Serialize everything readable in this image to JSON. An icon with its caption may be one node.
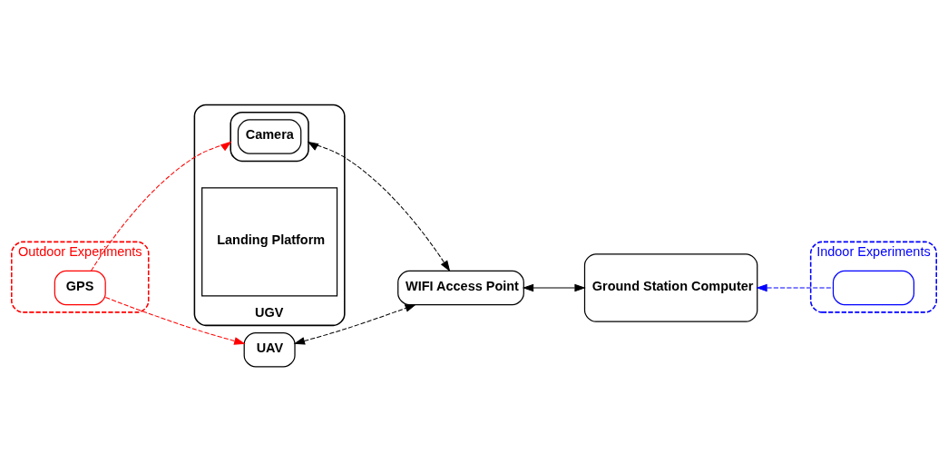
{
  "diagram": {
    "nodes": [
      {
        "text": [
          "Outdoor Experiments"
        ]
      },
      {
        "text": [
          "GPS"
        ],
        "in": 0
      },
      {
        "text": [
          "Indoor Experiments"
        ]
      },
      {
        "text": [],
        "shape": "box",
        "in": 2
      },
      {
        "text": [
          "UGV"
        ]
      },
      {
        "text": [],
        "shape": "box",
        "in": 4
      },
      {
        "text": [
          "Camera"
        ],
        "in": 5
      },
      {
        "text": [
          "Landing Platform"
        ],
        "in": 4
      },
      {
        "text": [
          "WIFI Access Point"
        ]
      },
      {
        "text": [
          "Ground Station Computer"
        ]
      },
      {
        "text": [
          "UAV"
        ]
      }
    ],
    "edges": [
      {
        "from": 1,
        "to": 5,
        "arrow": "to",
        "style": "dashed",
        "color": "#ff0000"
      },
      {
        "from": 1,
        "to": 10,
        "arrow": "to",
        "style": "dashed",
        "color": "#ff0000"
      },
      {
        "from": 8,
        "to": 5,
        "arrow": "both",
        "style": "dashed"
      },
      {
        "from": 8,
        "to": 10,
        "arrow": "both",
        "style": "dashed"
      },
      {
        "from": 8,
        "to": 9,
        "arrow": "both"
      },
      {
        "from": 3,
        "to": 9,
        "arrow": "to",
        "style": "dashed",
        "color": "#0000ff"
      }
    ]
  }
}
